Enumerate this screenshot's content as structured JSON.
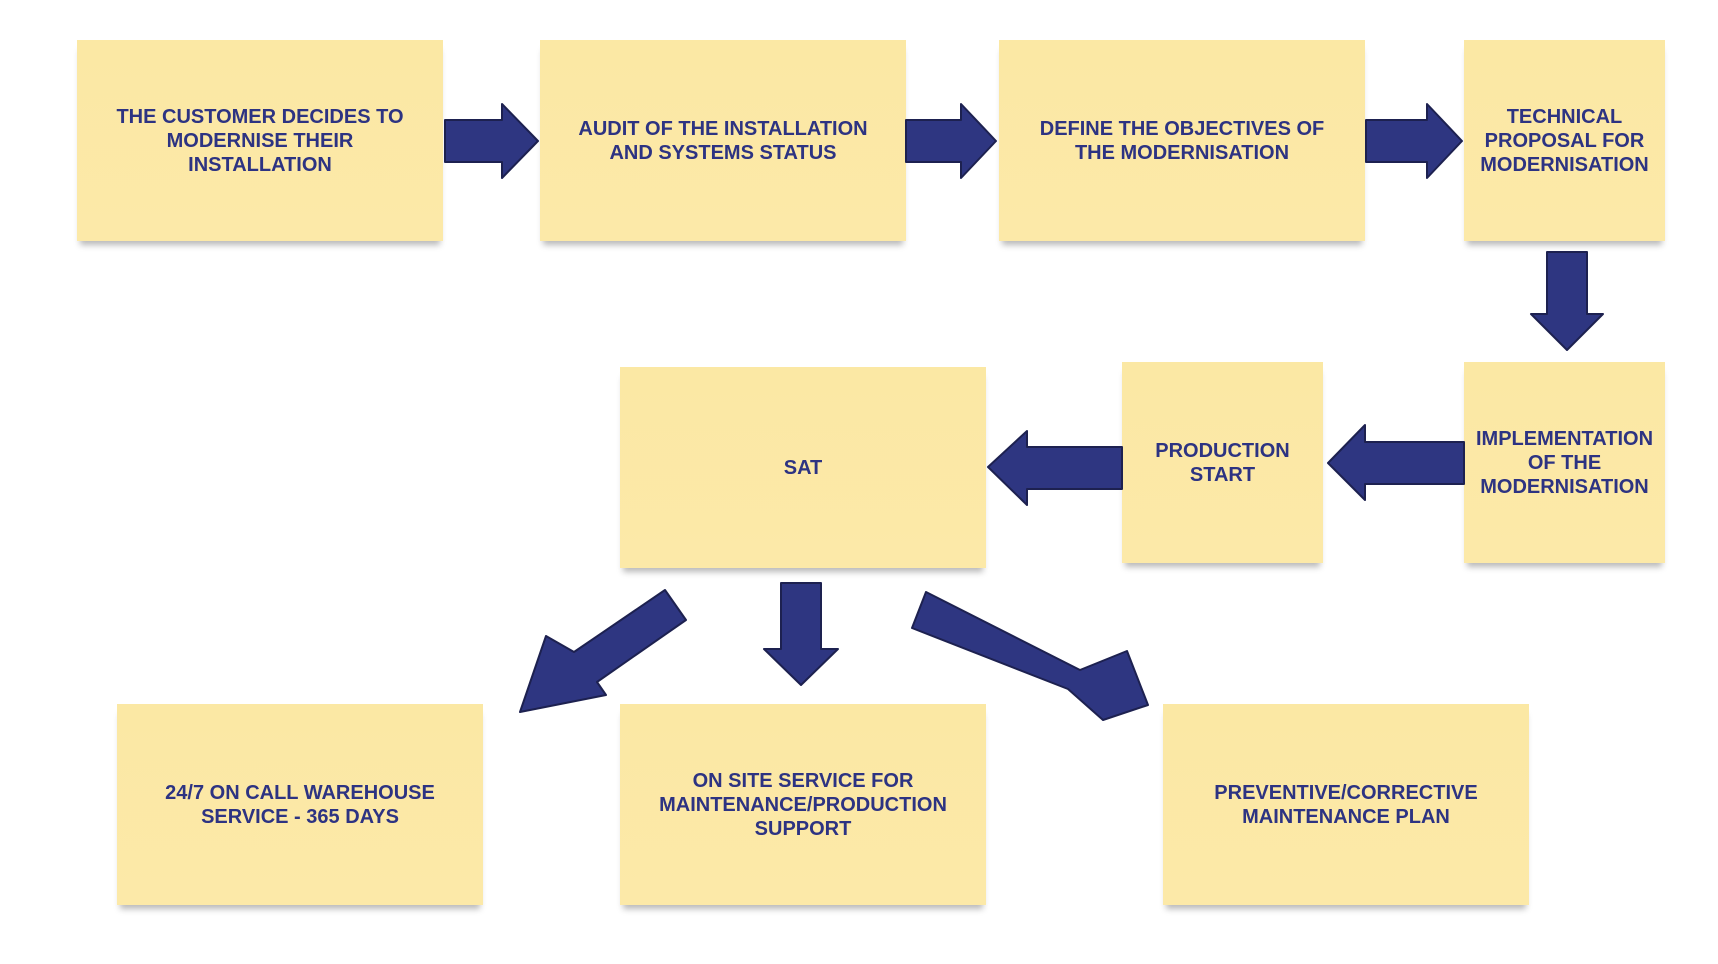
{
  "colors": {
    "note_fill": "#fce9a8",
    "text": "#2d3382",
    "arrow": "#2e3681"
  },
  "nodes": {
    "customer": "THE CUSTOMER DECIDES TO\nMODERNISE THEIR\nINSTALLATION",
    "audit": "AUDIT OF THE INSTALLATION\nAND SYSTEMS STATUS",
    "objectives": "DEFINE THE OBJECTIVES OF\nTHE MODERNISATION",
    "proposal": "TECHNICAL\nPROPOSAL FOR\nMODERNISATION",
    "implementation": "IMPLEMENTATION\nOF THE\nMODERNISATION",
    "production": "PRODUCTION\nSTART",
    "sat": "SAT",
    "warehouse": "24/7 ON CALL WAREHOUSE\nSERVICE - 365 DAYS",
    "onsite": "ON SITE SERVICE FOR\nMAINTENANCE/PRODUCTION\nSUPPORT",
    "maintenance": "PREVENTIVE/CORRECTIVE\nMAINTENANCE PLAN"
  }
}
